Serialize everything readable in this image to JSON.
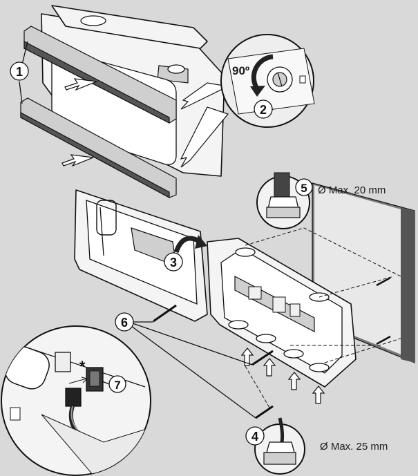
{
  "callouts": {
    "c1": "1",
    "c2": "2",
    "c3": "3",
    "c4": "4",
    "c5": "5",
    "c6": "6",
    "c7": "7"
  },
  "rotation_label": "90º",
  "cable_top_label": "Ø Max. 20 mm",
  "cable_bottom_label": "Ø Max. 25 mm",
  "asterisk": "*"
}
